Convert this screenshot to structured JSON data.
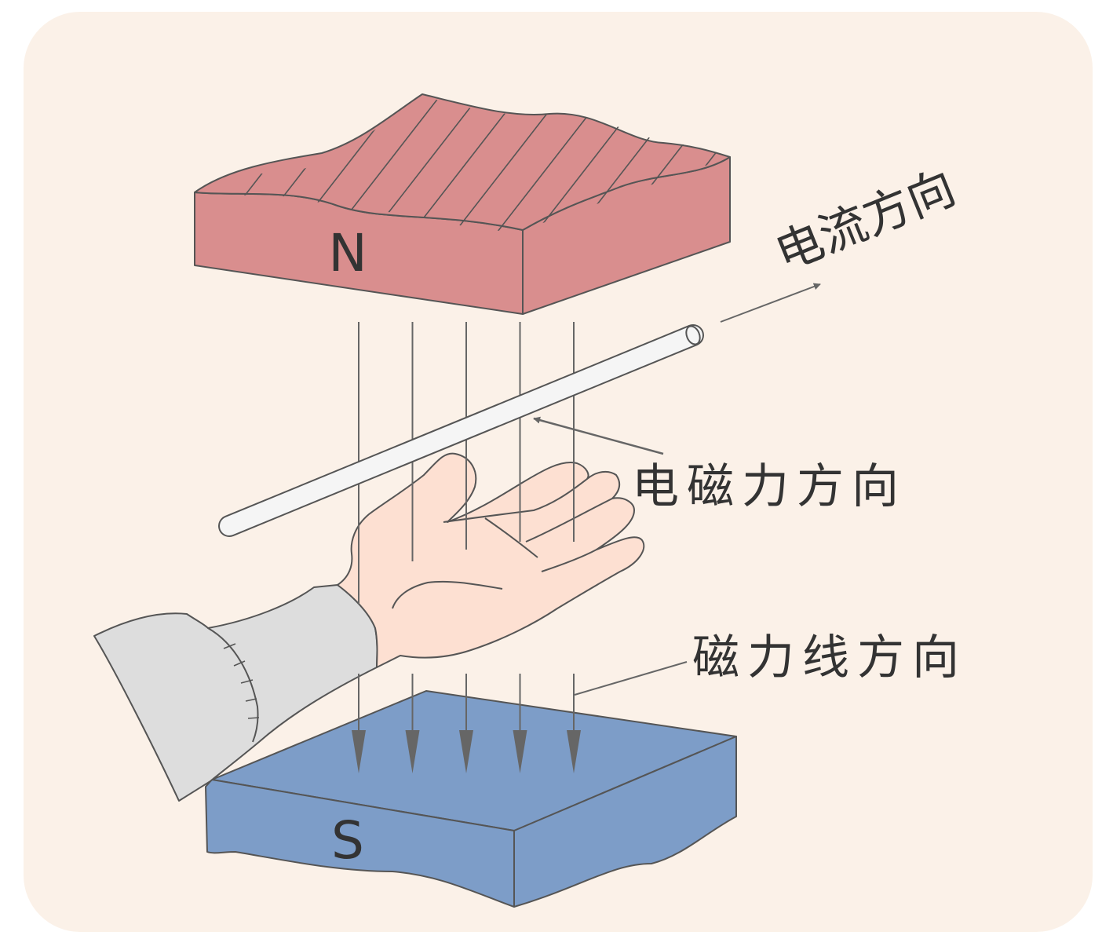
{
  "labels": {
    "north_pole": "N",
    "south_pole": "S",
    "current_direction": "电流方向",
    "force_direction": "电磁力方向",
    "field_direction": "磁力线方向"
  },
  "colors": {
    "panel_background": "#fbf1e8",
    "north_magnet": "#d98e8e",
    "south_magnet": "#7d9dc8",
    "hand": "#fde0d2",
    "sleeve": "#dddddd",
    "wire": "#f5f5f5",
    "outline": "#555555",
    "field_line": "#666666"
  },
  "field_lines": {
    "count": 5
  }
}
